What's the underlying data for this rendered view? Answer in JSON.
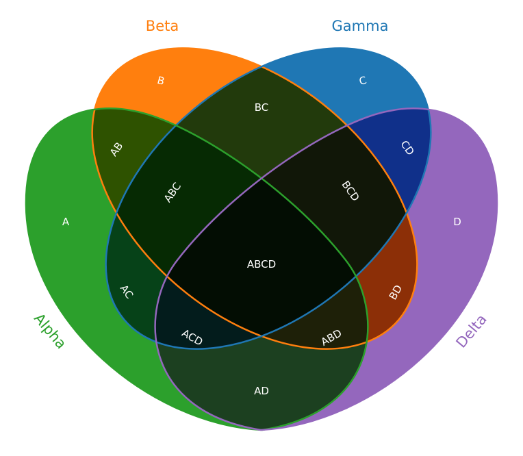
{
  "diagram": {
    "type": "venn",
    "sets": [
      {
        "key": "A",
        "name": "Alpha",
        "color": "#2ca02c"
      },
      {
        "key": "B",
        "name": "Beta",
        "color": "#ff7f0e"
      },
      {
        "key": "C",
        "name": "Gamma",
        "color": "#1f77b4"
      },
      {
        "key": "D",
        "name": "Delta",
        "color": "#9467bd"
      }
    ],
    "regions": [
      "A",
      "B",
      "C",
      "D",
      "AB",
      "BC",
      "CD",
      "AC",
      "BD",
      "AD",
      "ABC",
      "BCD",
      "ACD",
      "ABD",
      "ABCD"
    ]
  }
}
